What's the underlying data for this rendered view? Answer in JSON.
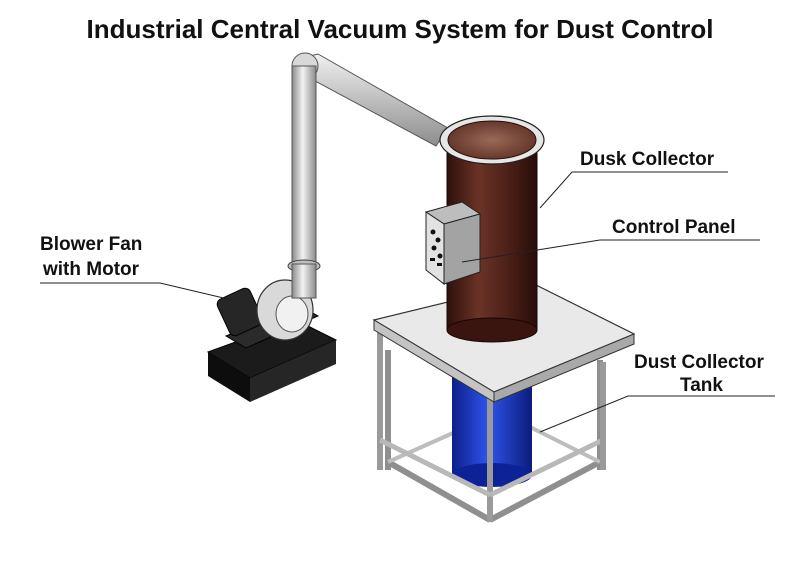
{
  "title": "Industrial Central Vacuum System for Dust Control",
  "labels": {
    "dusk_collector": "Dusk Collector",
    "control_panel": "Control Panel",
    "blower_line1": "Blower Fan",
    "blower_line2": "with Motor",
    "tank_line1": "Dust Collector",
    "tank_line2": "Tank"
  },
  "colors": {
    "collector_body": "#4a1f17",
    "collector_top": "#7a4a3a",
    "tank": "#1f3fd0",
    "platform": "#e8e8e8",
    "frame": "#9c9c9c",
    "pipe": "#c9c9c9",
    "base": "#1c1c1c"
  }
}
